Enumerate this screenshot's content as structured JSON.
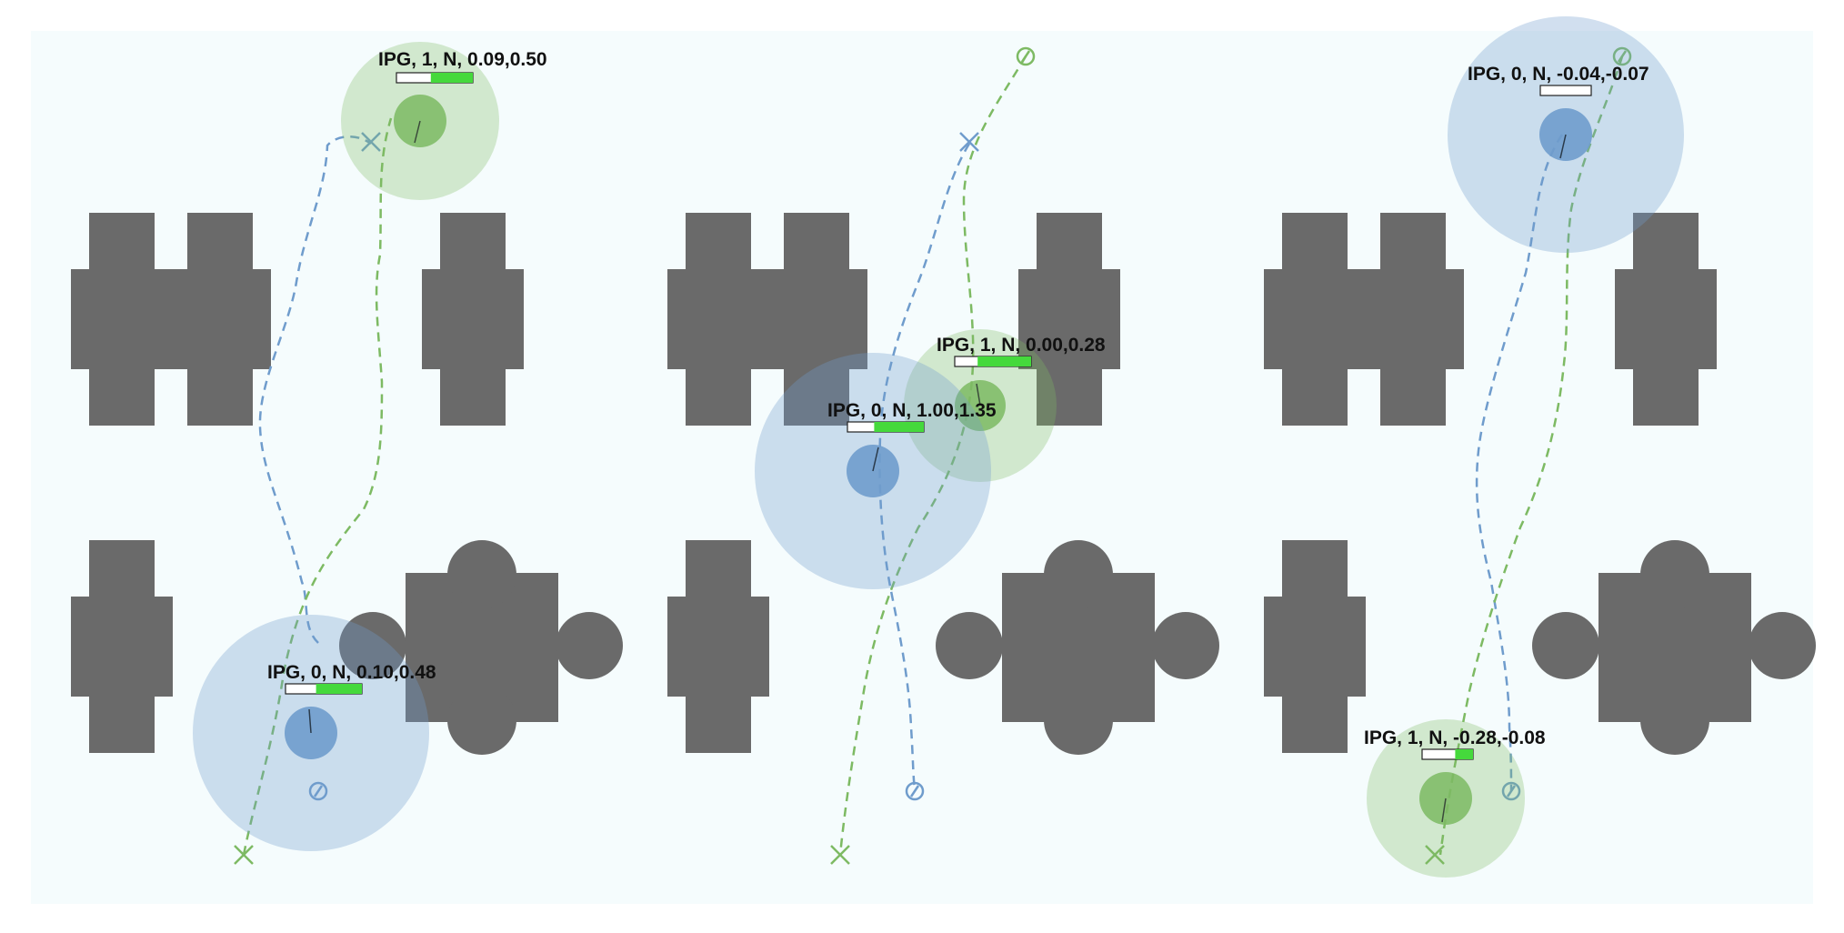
{
  "colors": {
    "background": "#f5fcfd",
    "obstacle": "#6a6a6a",
    "agent_0": "#6f9ccc",
    "agent_1": "#7dba63",
    "progress": "#45d93c"
  },
  "panels": [
    {
      "agents": [
        {
          "id": 1,
          "label": "IPG, 1, N, 0.09,0.50",
          "progress": 0.55
        },
        {
          "id": 0,
          "label": "IPG, 0, N, 0.10,0.48",
          "progress": 0.6
        }
      ],
      "markers": [
        {
          "agent": 0,
          "kind": "start",
          "icon": "circle-start-icon"
        },
        {
          "agent": 0,
          "kind": "goal",
          "icon": "x-goal-icon"
        },
        {
          "agent": 1,
          "kind": "goal",
          "icon": "x-goal-icon"
        }
      ]
    },
    {
      "agents": [
        {
          "id": 1,
          "label": "IPG, 1, N, 0.00,0.28",
          "progress": 0.7
        },
        {
          "id": 0,
          "label": "IPG, 0, N, 1.00,1.35",
          "progress": 0.65
        }
      ],
      "markers": [
        {
          "agent": 1,
          "kind": "start",
          "icon": "circle-start-icon"
        },
        {
          "agent": 0,
          "kind": "goal",
          "icon": "x-goal-icon"
        },
        {
          "agent": 0,
          "kind": "start",
          "icon": "circle-start-icon"
        },
        {
          "agent": 1,
          "kind": "goal",
          "icon": "x-goal-icon"
        }
      ]
    },
    {
      "agents": [
        {
          "id": 0,
          "label": "IPG, 0, N, -0.04,-0.07",
          "progress": 0.0
        },
        {
          "id": 1,
          "label": "IPG, 1, N, -0.28,-0.08",
          "progress": 0.35
        }
      ],
      "markers": [
        {
          "agent": 1,
          "kind": "start",
          "icon": "circle-start-icon"
        },
        {
          "agent": 0,
          "kind": "start",
          "icon": "circle-start-icon"
        },
        {
          "agent": 1,
          "kind": "goal",
          "icon": "x-goal-icon"
        }
      ]
    }
  ]
}
